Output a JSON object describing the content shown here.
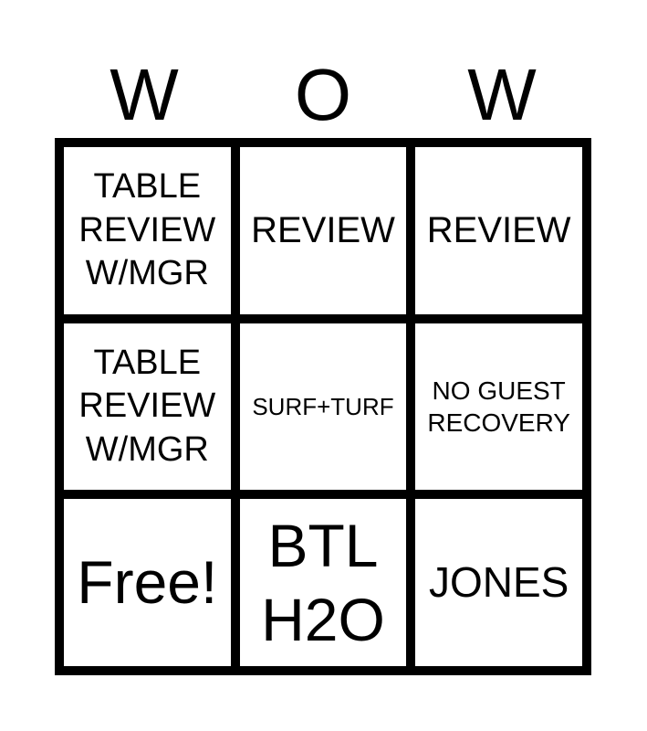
{
  "card": {
    "title_letters": [
      "W",
      "O",
      "W"
    ],
    "cells": [
      {
        "text": "TABLE REVIEW W/MGR"
      },
      {
        "text": "REVIEW"
      },
      {
        "text": "REVIEW"
      },
      {
        "text": "TABLE REVIEW W/MGR"
      },
      {
        "text": "SURF+TURF"
      },
      {
        "text": "NO GUEST RECOVERY"
      },
      {
        "text": "Free!"
      },
      {
        "text": "BTL H2O"
      },
      {
        "text": "JONES"
      }
    ],
    "colors": {
      "line": "#000000",
      "cell_background": "#ffffff",
      "text": "#000000",
      "page_background": "#ffffff"
    }
  }
}
